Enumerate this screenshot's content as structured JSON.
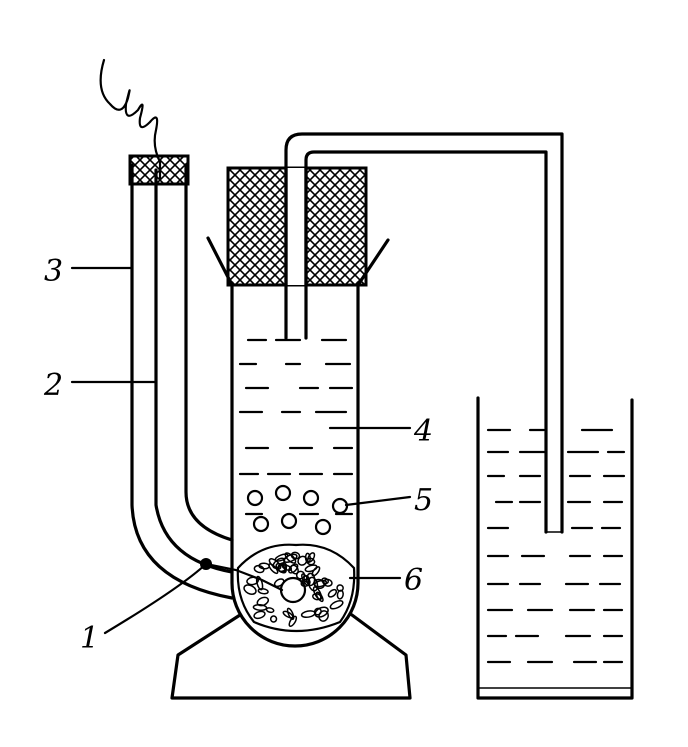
{
  "diagram": {
    "labels": [
      {
        "id": "callout-1",
        "text": "1"
      },
      {
        "id": "callout-2",
        "text": "2"
      },
      {
        "id": "callout-3",
        "text": "3"
      },
      {
        "id": "callout-4",
        "text": "4"
      },
      {
        "id": "callout-5",
        "text": "5"
      },
      {
        "id": "callout-6",
        "text": "6"
      }
    ],
    "colors": {
      "ink": "#000000",
      "background": "#ffffff"
    }
  }
}
